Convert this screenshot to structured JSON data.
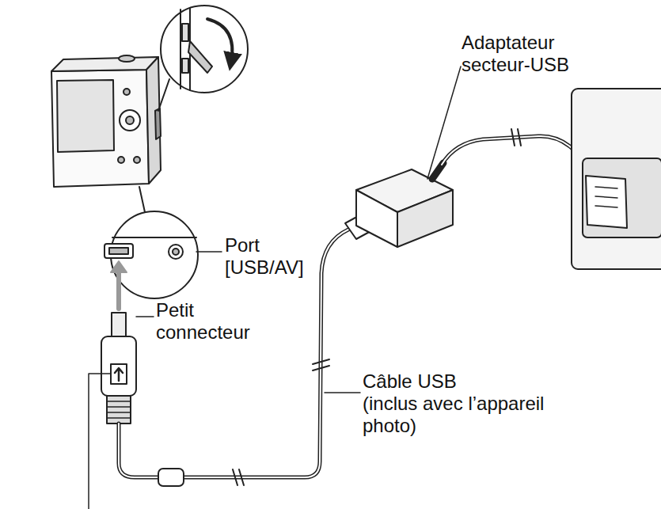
{
  "diagram": {
    "labels": [
      "Adaptateur secteur-USB",
      "Port [USB/AV]",
      "Petit connecteur",
      "Câble USB (inclus avec l’appareil photo)"
    ]
  }
}
